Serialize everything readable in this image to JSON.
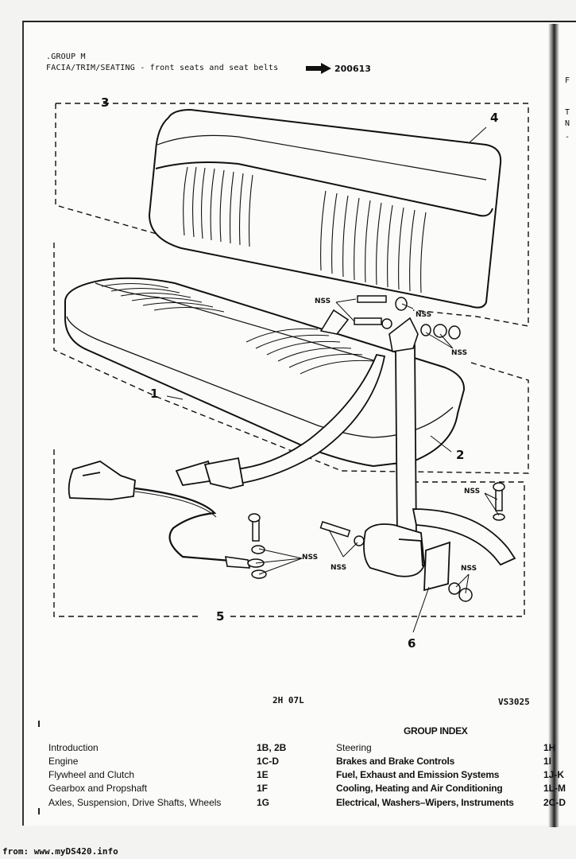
{
  "header": {
    "group_line": ".GROUP M",
    "title_line": "FACIA/TRIM/SEATING - front seats and seat belts",
    "reference": "200613"
  },
  "callouts": {
    "c1": "1",
    "c2": "2",
    "c3": "3",
    "c4": "4",
    "c5": "5",
    "c6": "6"
  },
  "nss_label": "NSS",
  "footer": {
    "left_code": "2H 07L",
    "right_code": "VS3025"
  },
  "group_index": {
    "title": "GROUP INDEX",
    "left": [
      {
        "label": "Introduction",
        "code": "1B, 2B"
      },
      {
        "label": "Engine",
        "code": "1C-D"
      },
      {
        "label": "Flywheel and Clutch",
        "code": "1E"
      },
      {
        "label": "Gearbox and Propshaft",
        "code": "1F"
      },
      {
        "label": "Axles, Suspension, Drive Shafts, Wheels",
        "code": "1G"
      }
    ],
    "right": [
      {
        "label": "Steering",
        "code": "1H"
      },
      {
        "label": "Brakes and Brake Controls",
        "code": "1I"
      },
      {
        "label": "Fuel, Exhaust and Emission Systems",
        "code": "1J-K"
      },
      {
        "label": "Cooling, Heating and Air Conditioning",
        "code": "1L-M"
      },
      {
        "label": "Electrical, Washers–Wipers, Instruments",
        "code": "2C-D"
      }
    ]
  },
  "source_note": "from: www.myDS420.info"
}
